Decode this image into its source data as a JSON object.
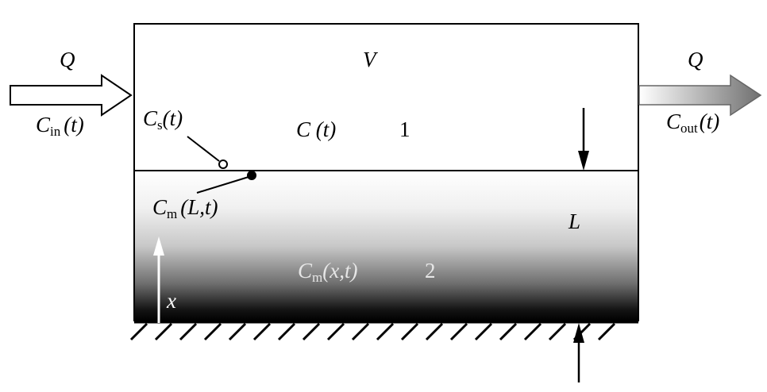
{
  "inlet": {
    "flow": "Q",
    "conc_symbol": "C",
    "conc_sub": "in",
    "conc_arg": "(t)"
  },
  "outlet": {
    "flow": "Q",
    "conc_symbol": "C",
    "conc_sub": "out",
    "conc_arg": "(t)"
  },
  "chamber": {
    "volume": "V",
    "conc": "C (t)",
    "zone_id": "1",
    "surface_symbol": "C",
    "surface_sub": "s",
    "surface_arg": "(t)"
  },
  "material": {
    "interface_symbol": "C",
    "interface_sub": "m",
    "interface_arg": "(L,t)",
    "interior_symbol": "C",
    "interior_sub": "m",
    "interior_arg": "(x,t)",
    "zone_id": "2",
    "thickness": "L",
    "axis": "x"
  }
}
